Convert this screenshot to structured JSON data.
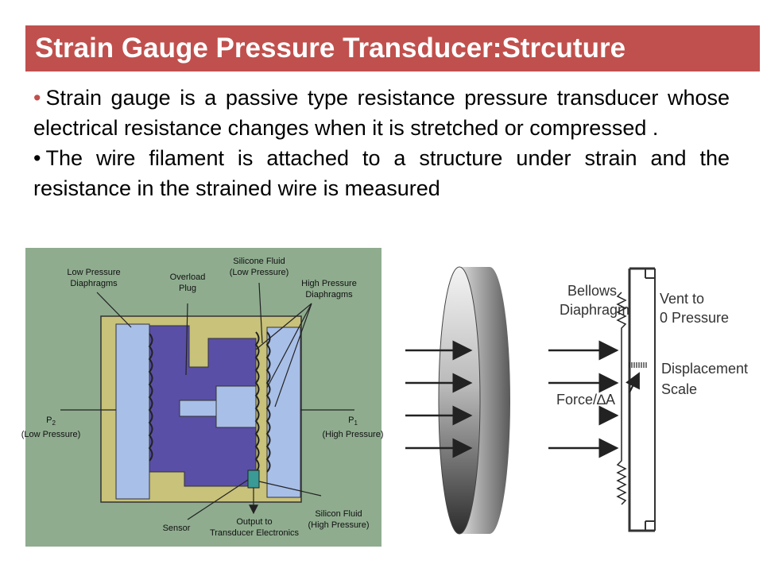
{
  "title": "Strain Gauge Pressure Transducer:Strcuture",
  "bullets": [
    "Strain gauge is a passive type resistance pressure transducer whose electrical resistance changes  when it is stretched  or compressed .",
    "The wire filament is attached to a structure under strain and the resistance in the strained wire is measured"
  ],
  "left_diagram": {
    "low_pressure_diaphragms": [
      "Low Pressure",
      "Diaphragms"
    ],
    "overload_plug": [
      "Overload",
      "Plug"
    ],
    "silicone_fluid_low": [
      "Silicone Fluid",
      "(Low Pressure)"
    ],
    "high_pressure_diaphragms": [
      "High Pressure",
      "Diaphragms"
    ],
    "p2_label": [
      "P",
      "2",
      "(Low Pressure)"
    ],
    "p1_label": [
      "P",
      "1",
      "(High Pressure)"
    ],
    "sensor": "Sensor",
    "output": [
      "Output to",
      "Transducer Electronics"
    ],
    "silicon_fluid_high": [
      "Silicon Fluid",
      "(High Pressure)"
    ]
  },
  "right_diagram": {
    "bellows": [
      "Bellows",
      "Diaphragm"
    ],
    "vent": [
      "Vent to",
      "0 Pressure"
    ],
    "displacement": [
      "Displacement",
      "Scale"
    ],
    "force": "Force/∆A"
  },
  "colors": {
    "title_bar": "#c0504d",
    "diagram_bg": "#8fac8f",
    "housing": "#c8c27a",
    "diaphragm": "#a8bfe8",
    "fluid": "#5a4fa6"
  }
}
